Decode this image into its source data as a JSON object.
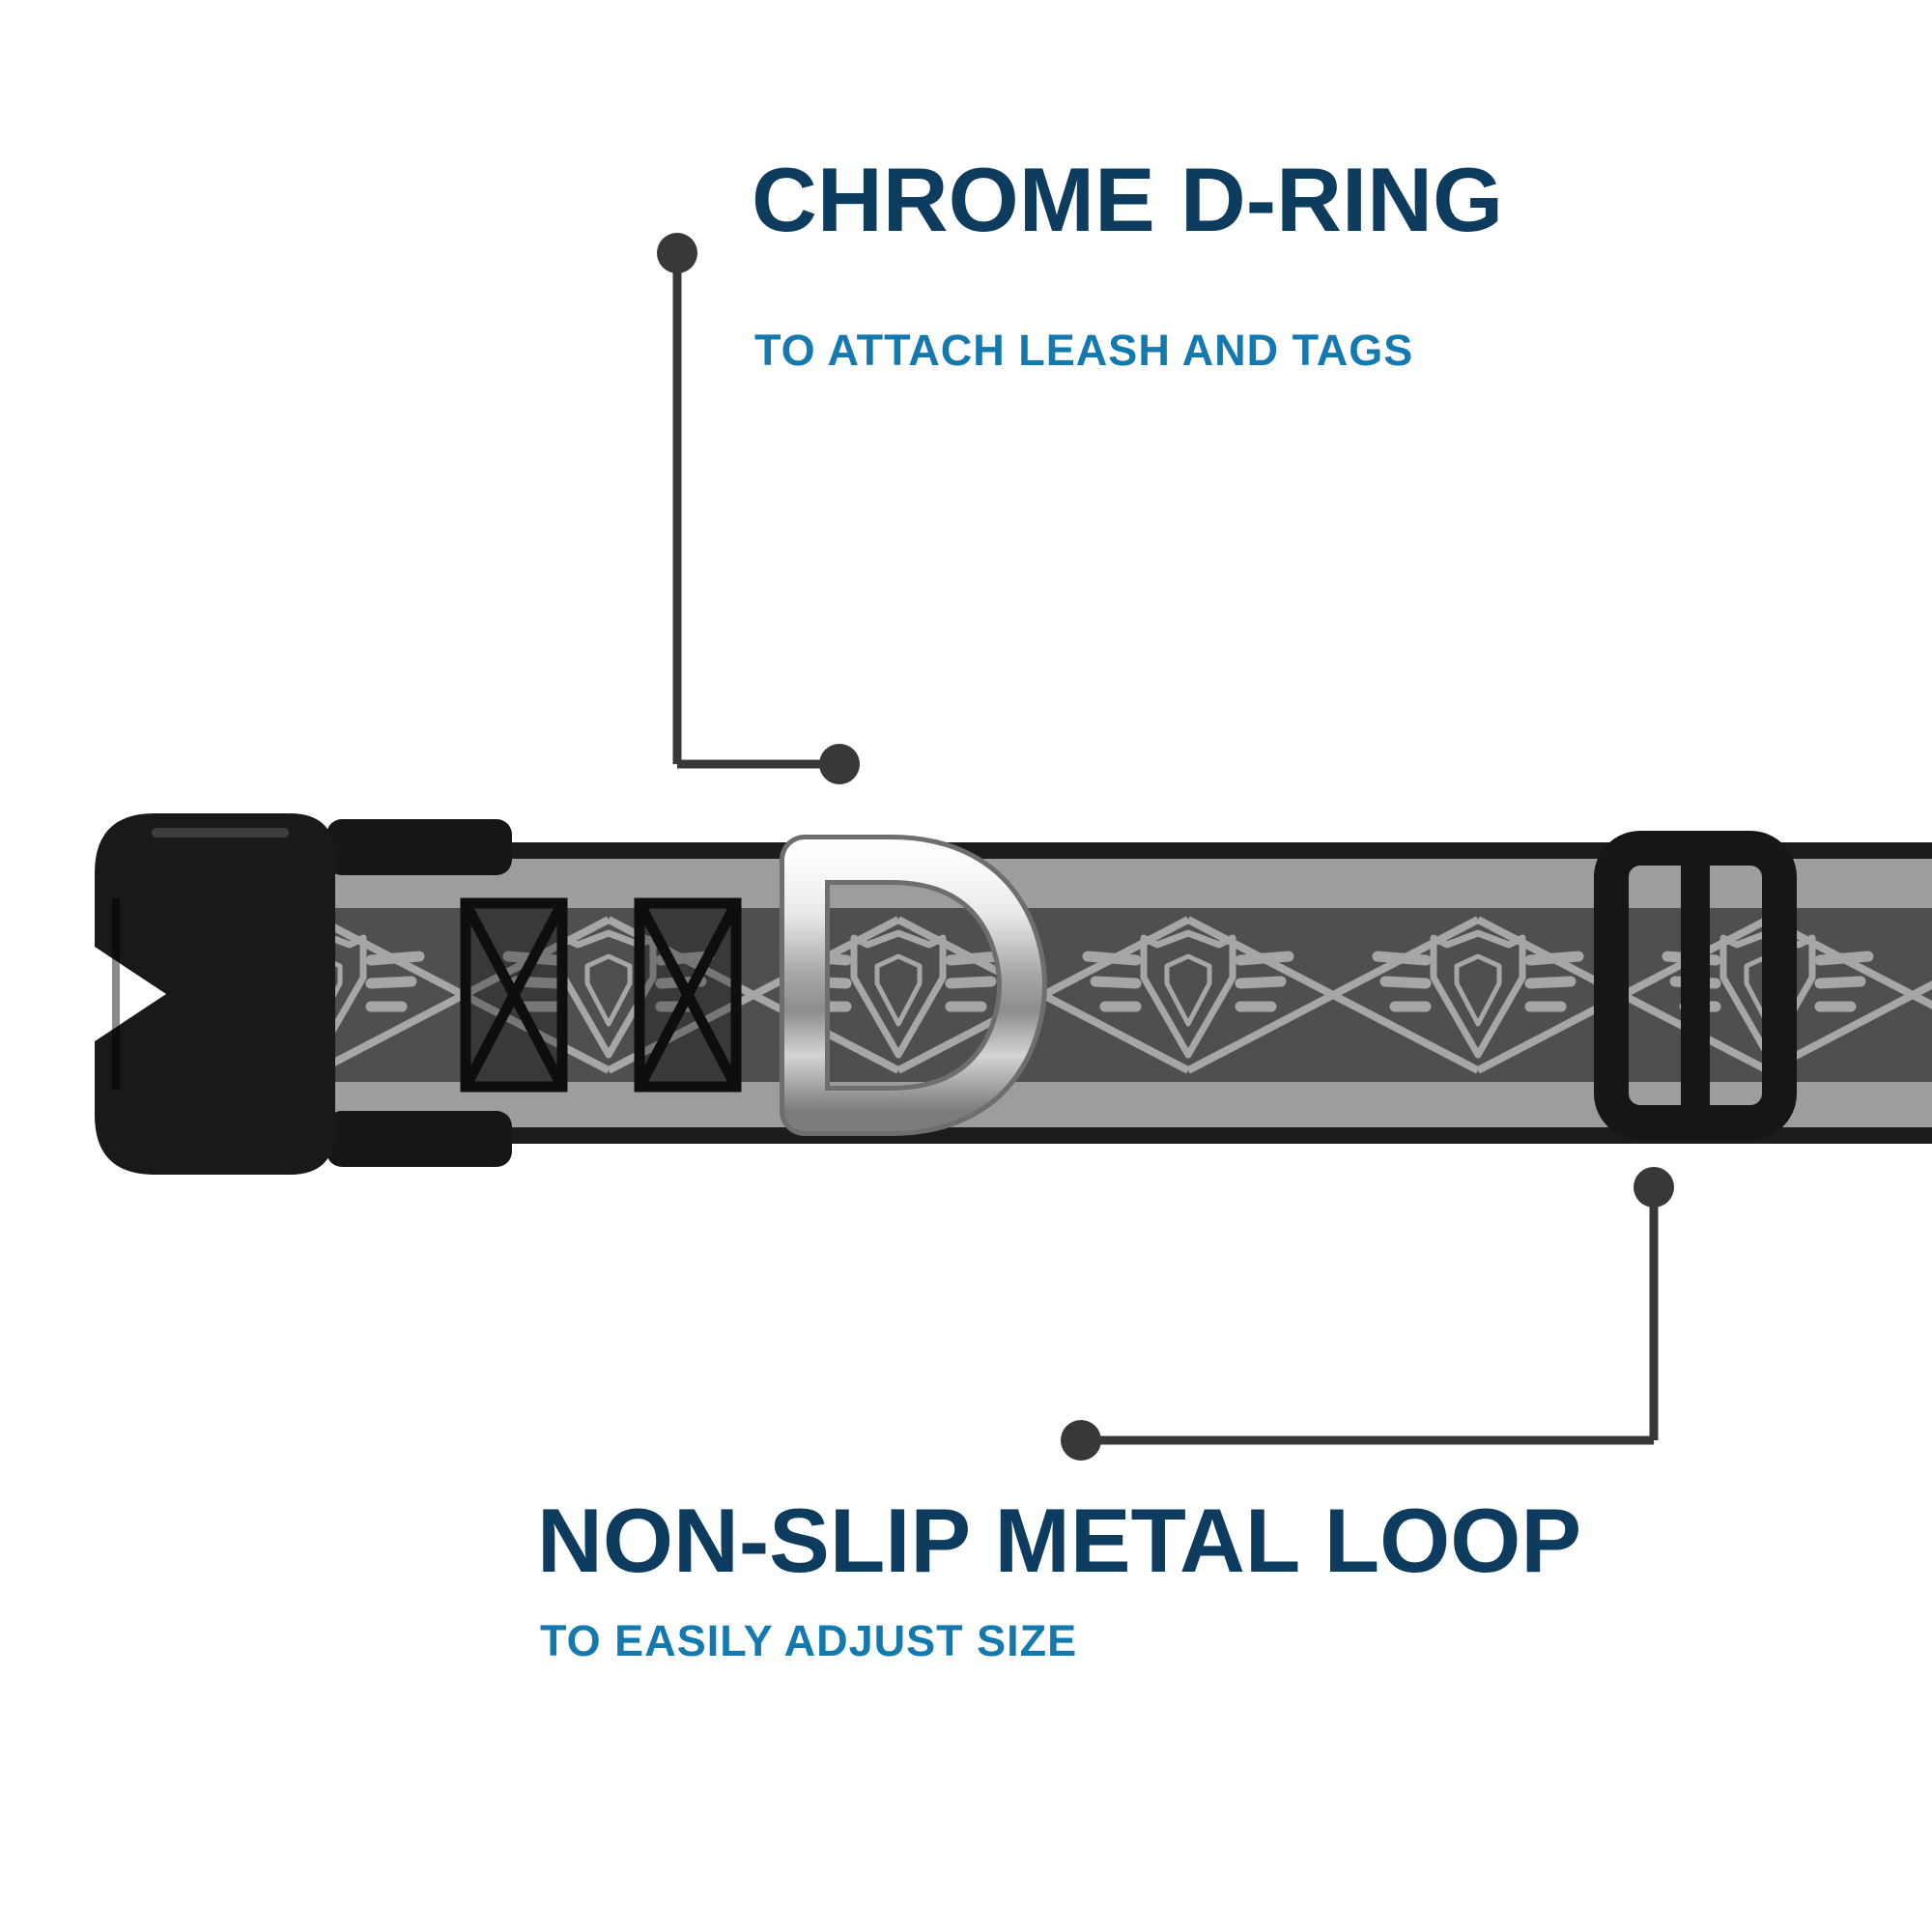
{
  "callouts": {
    "top": {
      "title": "CHROME D-RING",
      "subtitle": "TO ATTACH LEASH AND TAGS"
    },
    "bottom": {
      "title": "NON-SLIP METAL LOOP",
      "subtitle": "TO EASILY ADJUST SIZE"
    }
  },
  "colors": {
    "background": "#ffffff",
    "title": "#0d3c5f",
    "subtitle": "#1379ae",
    "callout_line": "#383838",
    "webbing_gray": "#9d9d9d",
    "stripe_gray": "#514e4e",
    "pattern_gray": "#a6a6a6",
    "hardware_black": "#161616",
    "chrome_light": "#f2f2f2",
    "chrome_dark": "#8d8d8d"
  },
  "parts": [
    {
      "name": "side-release-buckle"
    },
    {
      "name": "chrome-d-ring"
    },
    {
      "name": "triglide-slider"
    },
    {
      "name": "patterned-webbing"
    }
  ]
}
